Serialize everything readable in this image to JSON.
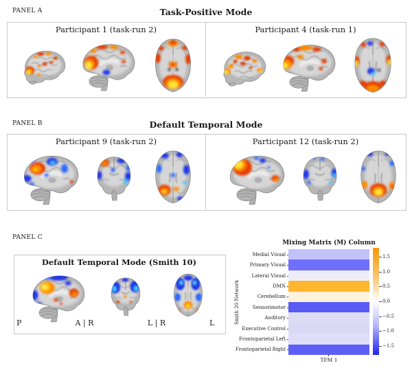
{
  "panel_a": {
    "label": "PANEL A",
    "title": "Task-Positive Mode",
    "cell_titles": [
      "Participant 1 (task-run 2)",
      "Participant 4 (task-run 1)"
    ]
  },
  "panel_b": {
    "label": "PANEL B",
    "title": "Default Temporal Mode",
    "cell_titles": [
      "Participant 9 (task-run 2)",
      "Participant 12 (task-run 2)"
    ]
  },
  "panel_c": {
    "label": "PANEL C",
    "title": "Default Temporal Mode (Smith 10)",
    "orientation_labels": [
      "P",
      "A | R",
      "L | R",
      "L"
    ]
  },
  "heatmap": {
    "title": "Mixing Matrix (M) Column",
    "ylabel": "Smith 20 Network",
    "xlabel": "TFM 1",
    "rows": [
      "Medial Visual",
      "Primary Visual",
      "Lateral Visual",
      "DMN",
      "Cerebellum",
      "Sensorimotor",
      "Auditory",
      "Executive Control",
      "Frontoparietal Left",
      "Frontoparietal Right"
    ],
    "colorbar_ticks": [
      "1.5",
      "1.0",
      "0.5",
      "0.0",
      "−0.5",
      "−1.0",
      "−1.5"
    ]
  },
  "chart_data": {
    "type": "heatmap",
    "title": "Mixing Matrix (M) Column",
    "xlabel": "TFM 1",
    "ylabel": "Smith 20 Network",
    "x_categories": [
      "TFM 1"
    ],
    "y_categories": [
      "Medial Visual",
      "Primary Visual",
      "Lateral Visual",
      "DMN",
      "Cerebellum",
      "Sensorimotor",
      "Auditory",
      "Executive Control",
      "Frontoparietal Left",
      "Frontoparietal Right"
    ],
    "values": [
      [
        -0.55
      ],
      [
        -1.3
      ],
      [
        -0.15
      ],
      [
        1.8
      ],
      [
        0.2
      ],
      [
        -1.5
      ],
      [
        -0.35
      ],
      [
        -0.4
      ],
      [
        -0.3
      ],
      [
        -1.45
      ]
    ],
    "cell_colors": [
      "#c2c2f8",
      "#6f6ffa",
      "#ededf8",
      "#ffb62c",
      "#fff2dc",
      "#5a5af5",
      "#dcdcf5",
      "#d9d9f5",
      "#dedef8",
      "#5f5ff7"
    ],
    "colorbar": {
      "min": -1.8,
      "max": 1.8,
      "tick_values": [
        1.5,
        1.0,
        0.5,
        0.0,
        -0.5,
        -1.0,
        -1.5
      ],
      "gradient_stops": [
        "#f6990f 0%",
        "#fbc36a 26%",
        "#ffffff 50%",
        "#b9b9f8 72%",
        "#2222f0 100%"
      ]
    },
    "legend_position": "right",
    "grid": false
  }
}
